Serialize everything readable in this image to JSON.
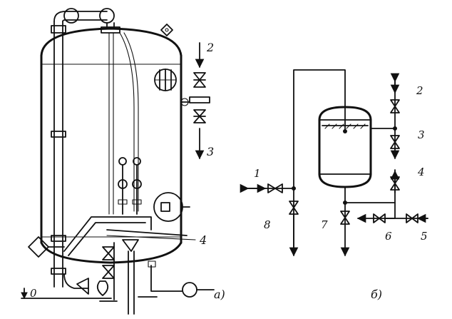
{
  "figure": {
    "panel_a_label": "а)",
    "panel_b_label": "б)"
  },
  "panel_a": {
    "level_label": "0",
    "callouts": {
      "c2": "2",
      "c3": "3",
      "c4": "4"
    }
  },
  "panel_b": {
    "valves": {
      "v1": "1",
      "v2": "2",
      "v3": "3",
      "v4": "4",
      "v5": "5",
      "v6": "6",
      "v7": "7",
      "v8": "8"
    }
  }
}
